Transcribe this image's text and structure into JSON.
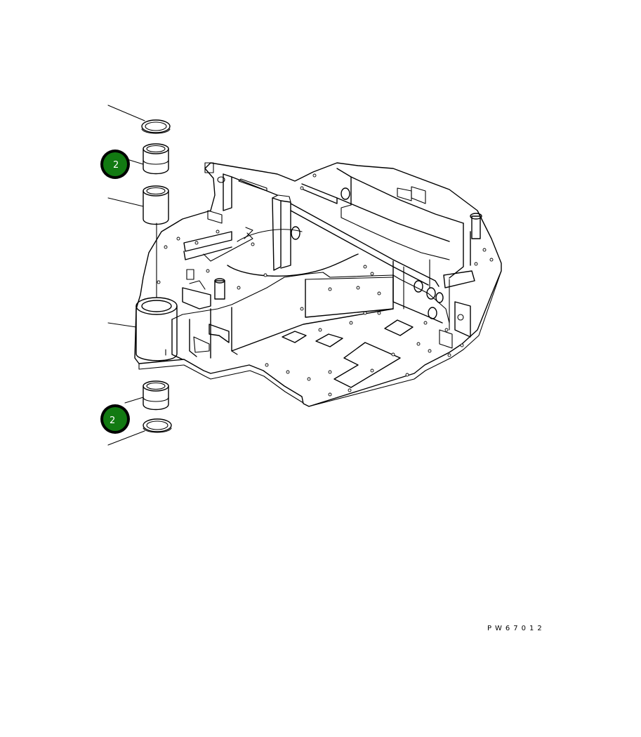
{
  "callouts": [
    {
      "label": "2",
      "color": "#127a12"
    },
    {
      "label": "2",
      "color": "#127a12"
    }
  ],
  "drawing_number": "PW67012",
  "icons": {
    "callout": "part-number-callout-icon",
    "frame": "revolving-frame-drawing"
  }
}
